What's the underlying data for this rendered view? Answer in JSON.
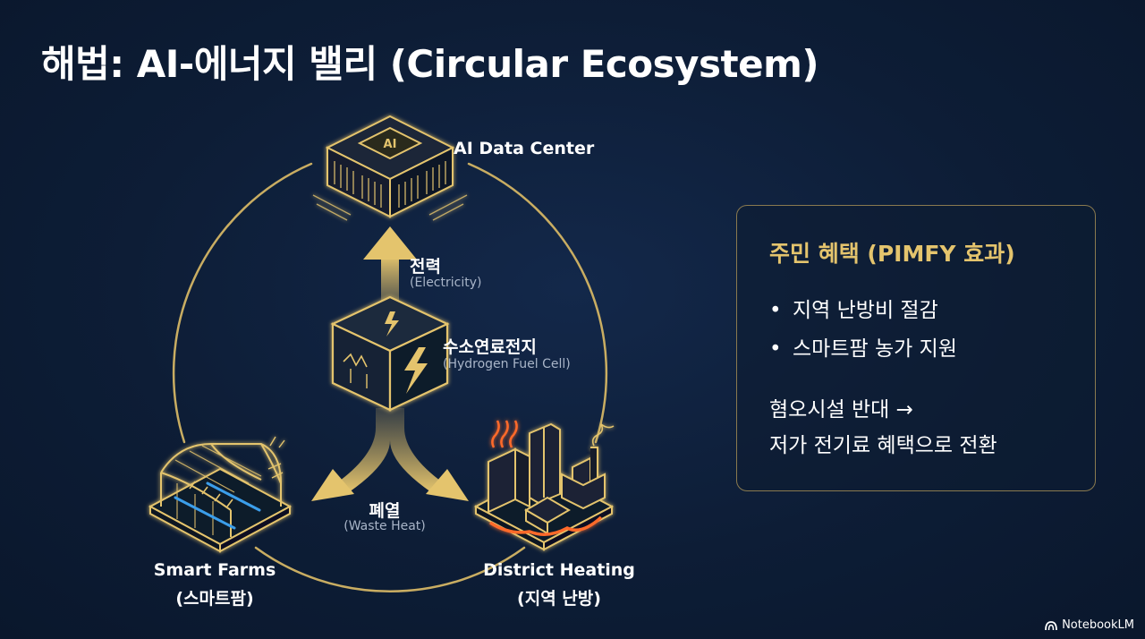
{
  "title": "해법: AI-에너지 밸리 (Circular Ecosystem)",
  "nodes": {
    "datacenter": {
      "label": "AI Data Center",
      "chip_text": "AI"
    },
    "fuelcell": {
      "label": "수소연료전지",
      "sublabel": "(Hydrogen Fuel Cell)"
    },
    "farms": {
      "label": "Smart Farms",
      "sublabel": "(스마트팜)"
    },
    "heating": {
      "label": "District Heating",
      "sublabel": "(지역 난방)"
    }
  },
  "flows": {
    "electricity": {
      "label": "전력",
      "sublabel": "(Electricity)"
    },
    "waste_heat": {
      "label": "폐열",
      "sublabel": "(Waste Heat)"
    }
  },
  "panel": {
    "title": "주민 혜택 (PIMFY 효과)",
    "items": [
      "지역 난방비 절감",
      "스마트팜 농가 지원"
    ],
    "note_line1": "혐오시설 반대 →",
    "note_line2": "저가 전기료 혜택으로 전환"
  },
  "brand": "NotebookLM",
  "colors": {
    "gold": "#e4c46d",
    "line": "#c9ad62",
    "heat": "#ff6a2a",
    "water": "#3a9eea"
  }
}
